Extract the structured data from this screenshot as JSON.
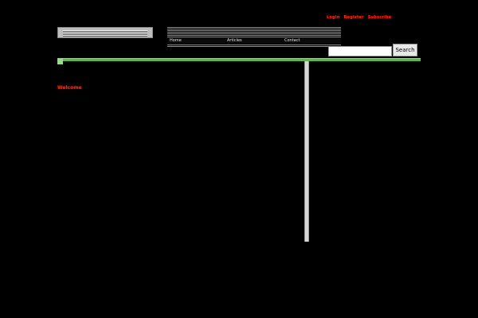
{
  "header": {
    "top_links": [
      "Login",
      "Register",
      "Subscribe"
    ]
  },
  "nav": {
    "items": [
      "Home",
      "Articles",
      "Contact"
    ]
  },
  "search": {
    "value": "",
    "placeholder": "",
    "button_label": "Search"
  },
  "main": {
    "heading": "Welcome"
  },
  "colors": {
    "accent_red": "#ff2200",
    "rule_green": "#5cb84a",
    "background": "#000000"
  }
}
